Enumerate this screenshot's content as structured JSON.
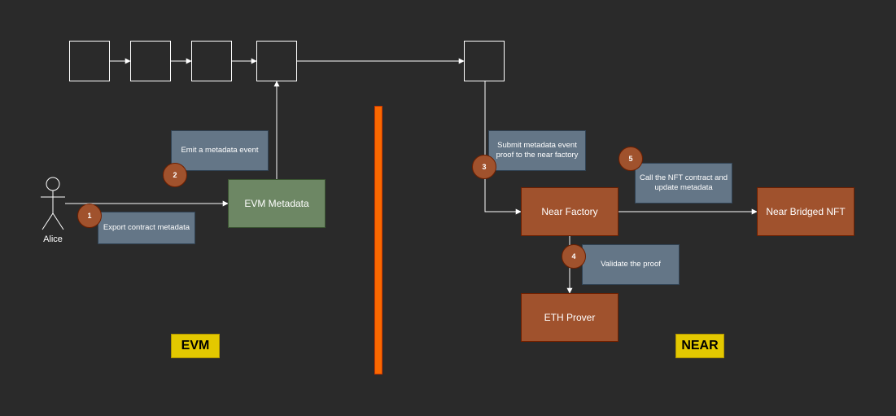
{
  "actor": {
    "label": "Alice"
  },
  "boxes": {
    "evm_metadata": "EVM Metadata",
    "near_factory": "Near Factory",
    "near_bridged_nft": "Near Bridged NFT",
    "eth_prover": "ETH Prover"
  },
  "notes": {
    "export": "Export contract metadata",
    "emit": "Emit a metadata event",
    "submit": "Submit metadata event proof to the near factory",
    "validate": "Validate the proof",
    "update": "Call the NFT contract and update metadata"
  },
  "steps": [
    "1",
    "2",
    "3",
    "4",
    "5"
  ],
  "zones": {
    "evm": "EVM",
    "near": "NEAR"
  },
  "colors": {
    "background": "#2a2a2a",
    "evm_box": "#6d8764",
    "near_box": "#a0522d",
    "note": "#647687",
    "step_badge": "#a0522d",
    "zone_label": "#e3c800",
    "divider": "#fa6800",
    "line": "#ffffff"
  }
}
